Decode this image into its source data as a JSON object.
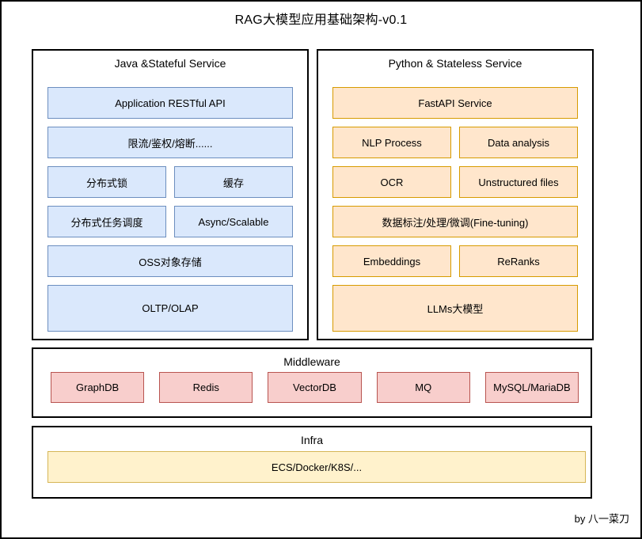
{
  "title": "RAG大模型应用基础架构-v0.1",
  "credit": "by 八一菜刀",
  "colors": {
    "java_box_fill": "#dae8fc",
    "java_box_border": "#6c8ebf",
    "python_box_fill": "#ffe6cc",
    "python_box_border": "#d79b00",
    "middleware_box_fill": "#f8cecc",
    "middleware_box_border": "#b85450",
    "infra_box_fill": "#fff2cc",
    "infra_box_border": "#d6b656",
    "container_border": "#000000"
  },
  "panels": {
    "java": {
      "title": "Java &Stateful Service",
      "boxes": {
        "api": "Application RESTful API",
        "gateway": "限流/鉴权/熔断......",
        "lock": "分布式锁",
        "cache": "缓存",
        "scheduler": "分布式任务调度",
        "async": "Async/Scalable",
        "oss": "OSS对象存储",
        "oltp": "OLTP/OLAP"
      }
    },
    "python": {
      "title": "Python & Stateless Service",
      "boxes": {
        "fastapi": "FastAPI Service",
        "nlp": "NLP Process",
        "data_analysis": "Data analysis",
        "ocr": "OCR",
        "unstructured": "Unstructured files",
        "finetune": "数据标注/处理/微调(Fine-tuning)",
        "embeddings": "Embeddings",
        "reranks": "ReRanks",
        "llms": "LLMs大模型"
      }
    },
    "middleware": {
      "title": "Middleware",
      "boxes": {
        "graphdb": "GraphDB",
        "redis": "Redis",
        "vectordb": "VectorDB",
        "mq": "MQ",
        "mysql": "MySQL/MariaDB"
      }
    },
    "infra": {
      "title": "Infra",
      "boxes": {
        "ecs": "ECS/Docker/K8S/..."
      }
    }
  }
}
